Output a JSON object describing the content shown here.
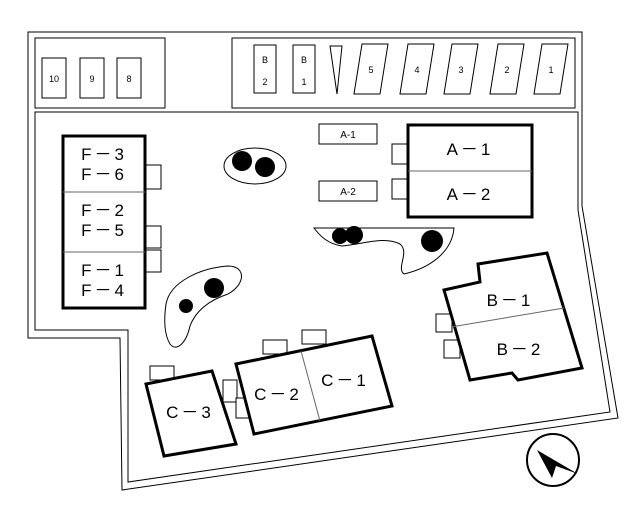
{
  "parking_left": [
    {
      "label": "10"
    },
    {
      "label": "9"
    },
    {
      "label": "8"
    }
  ],
  "parking_top_b": [
    {
      "line1": "B",
      "line2": "2"
    },
    {
      "line1": "B",
      "line2": "1"
    }
  ],
  "parking_top": [
    {
      "label": "5"
    },
    {
      "label": "4"
    },
    {
      "label": "3"
    },
    {
      "label": "2"
    },
    {
      "label": "1"
    }
  ],
  "building_f": {
    "units": [
      {
        "line1": "F－3",
        "line2": "F－6"
      },
      {
        "line1": "F－2",
        "line2": "F－5"
      },
      {
        "line1": "F－1",
        "line2": "F－4"
      }
    ]
  },
  "building_a": {
    "units": [
      {
        "label": "A－1"
      },
      {
        "label": "A－2"
      }
    ]
  },
  "sign_a": {
    "units": [
      {
        "label": "A-1"
      },
      {
        "label": "A-2"
      }
    ]
  },
  "building_b": {
    "units": [
      {
        "label": "B－1"
      },
      {
        "label": "B－2"
      }
    ]
  },
  "building_c": {
    "units": [
      {
        "label": "C－1"
      },
      {
        "label": "C－2"
      },
      {
        "label": "C－3"
      }
    ]
  },
  "compass": {
    "icon": "north-arrow-icon"
  }
}
